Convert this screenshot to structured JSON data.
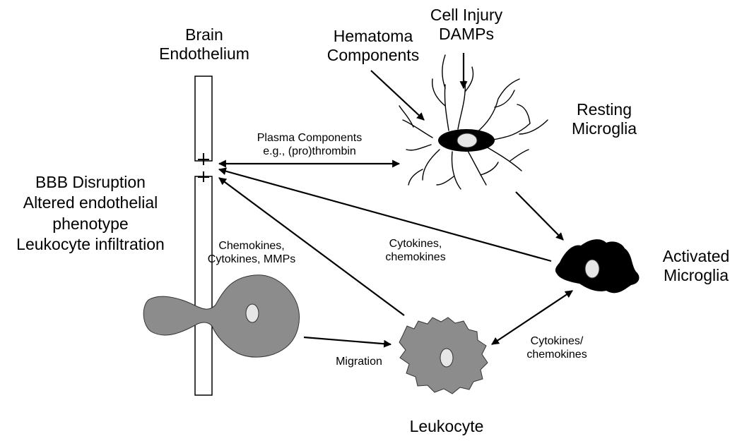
{
  "labels": {
    "brain_endothelium": [
      "Brain",
      "Endothelium"
    ],
    "hematoma_components": [
      "Hematoma",
      "Components"
    ],
    "cell_injury_damps": [
      "Cell Injury",
      "DAMPs"
    ],
    "resting_microglia": [
      "Resting",
      "Microglia"
    ],
    "plasma_components": [
      "Plasma Components",
      "e.g., (pro)thrombin"
    ],
    "bbb_disruption": [
      "BBB Disruption",
      "Altered endothelial",
      "phenotype",
      "Leukocyte infiltration"
    ],
    "chemokines_cytokines_mmps": [
      "Chemokines,",
      "Cytokines, MMPs"
    ],
    "cytokines_chemokines_center": [
      "Cytokines,",
      "chemokines"
    ],
    "activated_microglia": [
      "Activated",
      "Microglia"
    ],
    "cytokines_chemokines_right": [
      "Cytokines/",
      "chemokines"
    ],
    "migration": "Migration",
    "leukocyte": "Leukocyte"
  },
  "colors": {
    "leukocyte_fill": "#8c8c8c",
    "microglia_fill": "#000000",
    "nucleus_fill": "#e6e6e6",
    "line": "#000000"
  }
}
